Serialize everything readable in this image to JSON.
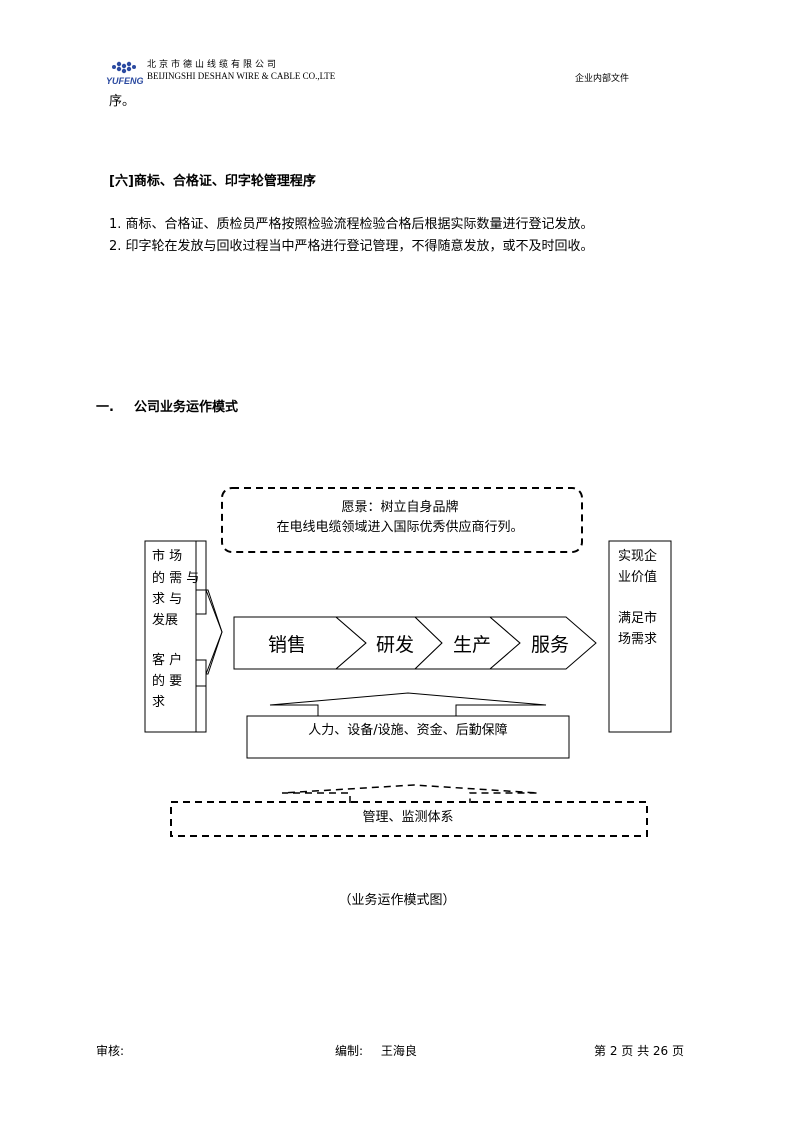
{
  "header": {
    "company_cn": "北京市德山线缆有限公司",
    "company_en": "BEIJINGSHI DESHAN WIRE & CABLE CO.,LTE",
    "classification": "企业内部文件",
    "logo_text": "YUFENG"
  },
  "body": {
    "continuation": "序。",
    "section6_title": "[六]商标、合格证、印字轮管理程序",
    "items": [
      "1. 商标、合格证、质检员严格按照检验流程检验合格后根据实际数量进行登记发放。",
      "2. 印字轮在发放与回收过程当中严格进行登记管理，不得随意发放，或不及时回收。"
    ],
    "chapter_number": "一.",
    "chapter_title": "公司业务运作模式"
  },
  "diagram": {
    "vision_line1": "愿景：树立自身品牌",
    "vision_line2": "在电线电缆领域进入国际优秀供应商行列。",
    "left_box_lines": [
      "市 场",
      "的 需 与",
      "求 与",
      "发展",
      "",
      "客 户",
      "的 要",
      "求"
    ],
    "chain": [
      "销售",
      "研发",
      "生产",
      "服务"
    ],
    "right_box_lines": [
      "实现企",
      "业价值",
      "",
      "满足市",
      "场需求"
    ],
    "support": "人力、设备/设施、资金、后勤保障",
    "management": "管理、监测体系",
    "caption": "（业务运作模式图）"
  },
  "footer": {
    "reviewer_label": "审核:",
    "editor_label": "编制:",
    "editor_name": "王海良",
    "page_info": "第 2 页 共 26 页"
  }
}
